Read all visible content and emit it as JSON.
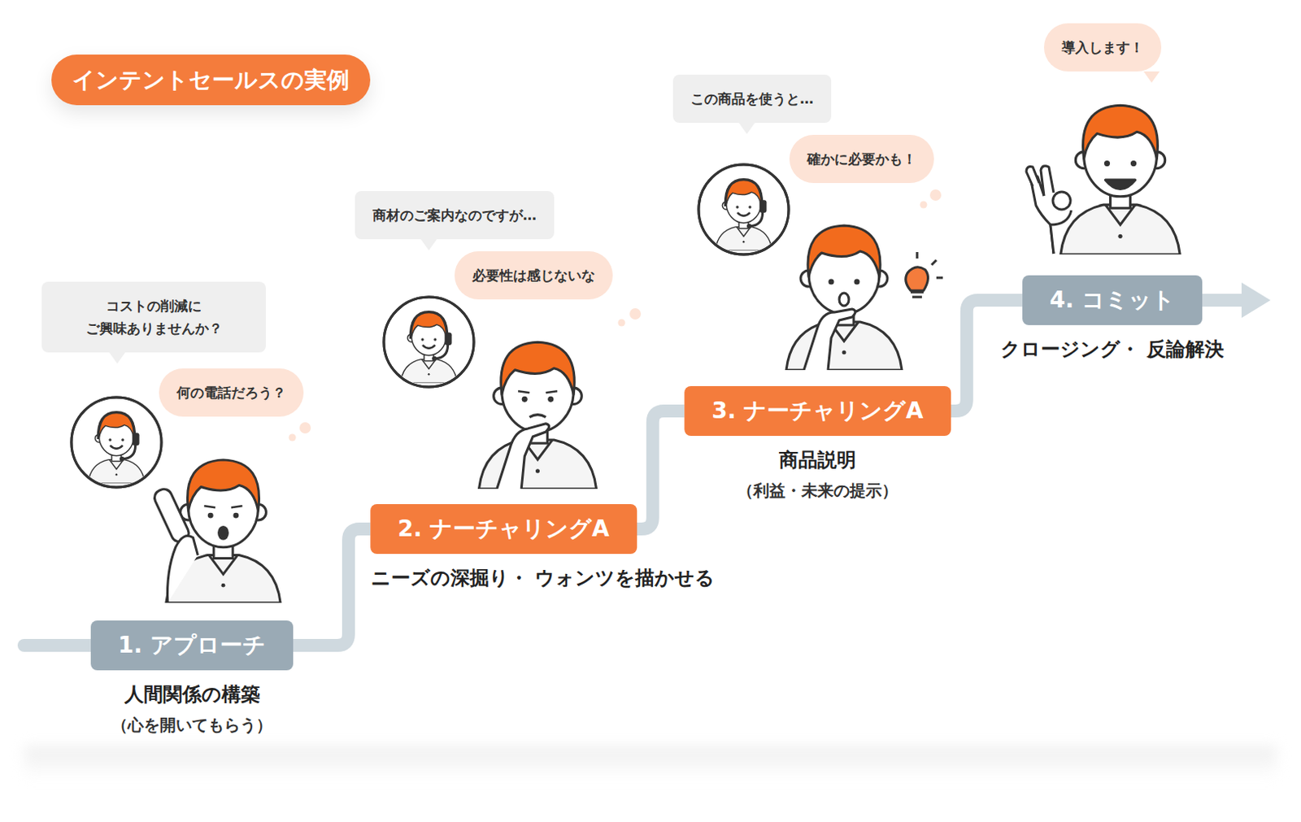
{
  "diagram": {
    "title": "インテントセールスの実例",
    "nodes": [
      {
        "text": [
          "コストの削減に ご興味ありませんか？"
        ]
      },
      {
        "text": [
          "何の電話だろう？"
        ]
      },
      {
        "text": [
          "1. アプローチ",
          "人間関係の構築",
          "（心を開いてもらう）"
        ]
      },
      {
        "text": [
          "商材のご案内なのですが…"
        ]
      },
      {
        "text": [
          "必要性は感じないな"
        ]
      },
      {
        "text": [
          "2. ナーチャリングA",
          "ニーズの深掘り・ ウォンツを描かせる"
        ]
      },
      {
        "text": [
          "この商品を使うと…"
        ]
      },
      {
        "text": [
          "確かに必要かも！"
        ]
      },
      {
        "text": [
          "3. ナーチャリングA",
          "商品説明",
          "（利益・未来の提示）"
        ]
      },
      {
        "text": [
          "導入します！"
        ]
      },
      {
        "text": [
          "4. コミット",
          "クロージング・ 反論解決"
        ]
      }
    ],
    "edges": [
      {
        "from": 2,
        "to": 5,
        "arrow": "none"
      },
      {
        "from": 5,
        "to": 8,
        "arrow": "none"
      },
      {
        "from": 8,
        "to": 10,
        "arrow": "none"
      }
    ]
  }
}
